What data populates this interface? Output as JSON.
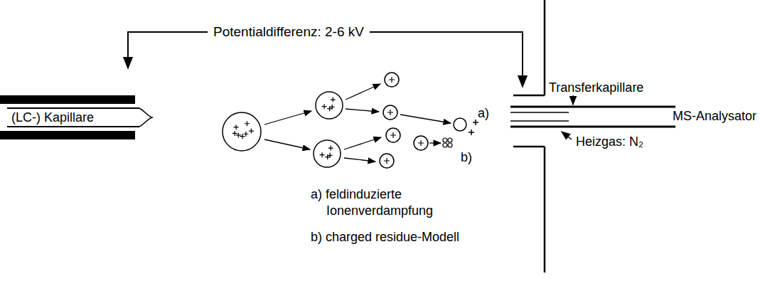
{
  "diagram": {
    "nodes": [
      {
        "text": [
          "(LC-) Kapillare"
        ]
      }
    ],
    "labels": [
      "Potentialdifferenz: 2-6 kV",
      "a)",
      "b)",
      "Transferkapillare",
      "MS-Analysator",
      "Heizgas: N₂",
      "a) feldinduzierte Ionenverdampfung",
      "b) charged residue-Modell"
    ]
  }
}
